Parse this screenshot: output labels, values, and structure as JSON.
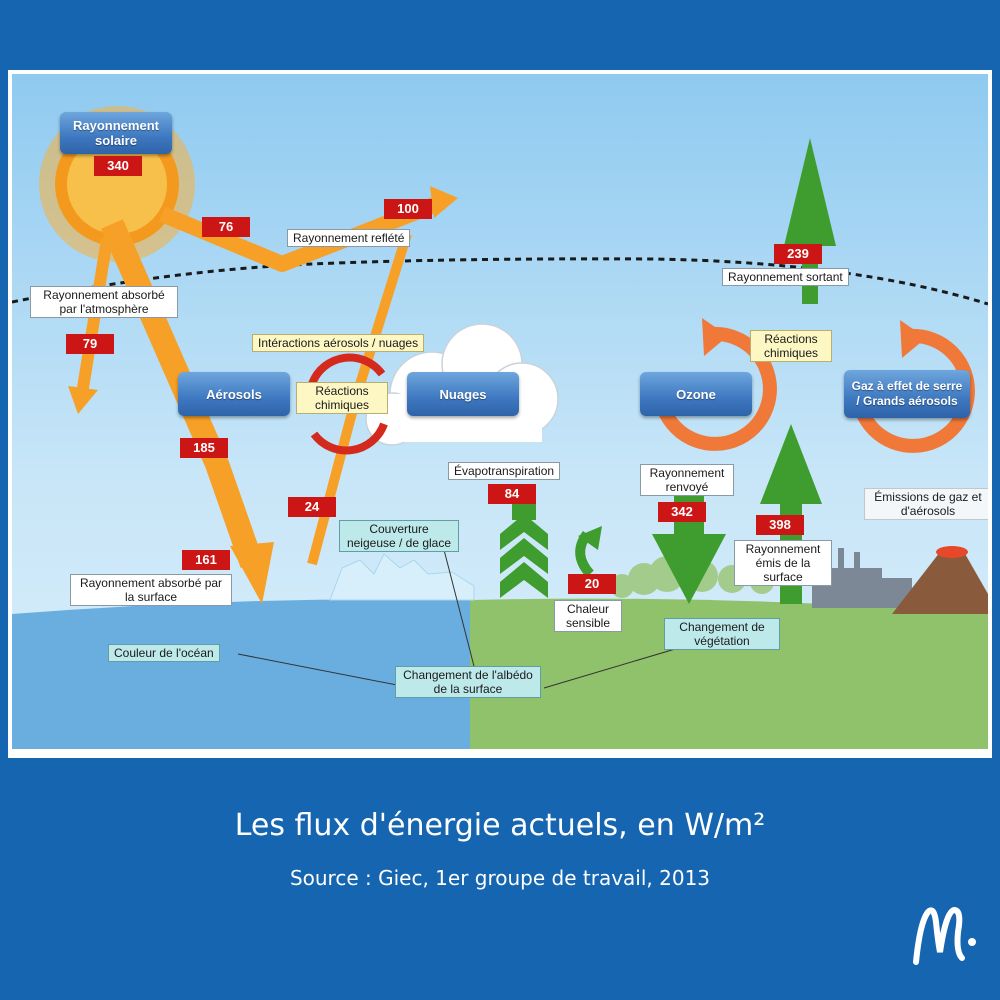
{
  "caption": {
    "title": "Les flux d'énergie actuels, en W/m²",
    "source": "Source : Giec, 1er groupe de travail, 2013"
  },
  "colors": {
    "background": "#1565b0",
    "flux_arrow": "#f7a027",
    "green_arrow": "#3e9d2e",
    "value_box": "#cc1515",
    "ocean": "#6aaee0",
    "land": "#8fc26a",
    "cycle_arrow": "#f0793a"
  },
  "diagram": {
    "solar": {
      "label": "Rayonnement solaire",
      "value": "340"
    },
    "reflected": {
      "label": "Rayonnement reflété",
      "value_left": "76",
      "value_right": "100",
      "value_surface": "24"
    },
    "absorbed_atmosphere": {
      "label": "Rayonnement absorbé par l'atmosphère",
      "value": "79"
    },
    "absorbed_surface": {
      "label": "Rayonnement absorbé par la surface",
      "value_lower": "161",
      "value_upper": "185"
    },
    "aerosol_cloud_interactions": "Intéractions aérosols / nuages",
    "aerosols": "Aérosols",
    "clouds": "Nuages",
    "chemical_reactions_left": "Réactions chimiques",
    "chemical_reactions_right": "Réactions chimiques",
    "ozone": "Ozone",
    "ghg": "Gaz à effet de serre / Grands aérosols",
    "outgoing": {
      "label": "Rayonnement sortant",
      "value": "239"
    },
    "evapotranspiration": {
      "label": "Évapotranspiration",
      "value": "84"
    },
    "back_radiation": {
      "label": "Rayonnement renvoyé",
      "value": "342"
    },
    "surface_emitted": {
      "label": "Rayonnement émis de la surface",
      "value": "398"
    },
    "sensible_heat": {
      "label": "Chaleur sensible",
      "value": "20"
    },
    "snow_ice": "Couverture neigeuse / de glace",
    "emissions": "Émissions de gaz et d'aérosols",
    "ocean_color": "Couleur de l'océan",
    "albedo_change": "Changement de l'albédo de la surface",
    "vegetation_change": "Changement de végétation"
  }
}
